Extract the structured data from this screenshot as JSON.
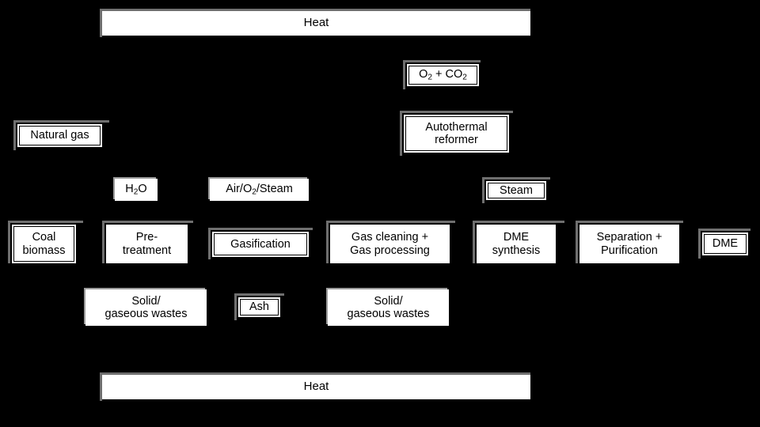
{
  "diagram": {
    "title": "Coal/biomass to DME process flow diagram",
    "background_color": "#000000",
    "box_fill_color": "#ffffff",
    "text_color": "#000000",
    "line_color": "#ffffff"
  },
  "nodes": {
    "heat_top": {
      "label": "Heat",
      "style": "plain-bar"
    },
    "o2_co2": {
      "label_html": "O<sub>2</sub> + CO<sub>2</sub>",
      "label": "O2 + CO2",
      "style": "double-outline"
    },
    "natural_gas": {
      "label": "Natural gas",
      "style": "double-outline"
    },
    "autothermal_reformer": {
      "label": "Autothermal\nreformer",
      "style": "double-outline"
    },
    "h2o": {
      "label_html": "H<sub>2</sub>O",
      "label": "H2O",
      "style": "plain"
    },
    "air_o2_steam": {
      "label_html": "Air/O<sub>2</sub>/Steam",
      "label": "Air/O2/Steam",
      "style": "plain"
    },
    "steam": {
      "label": "Steam",
      "style": "double-outline"
    },
    "coal_biomass": {
      "label": "Coal\nbiomass",
      "style": "double-outline"
    },
    "pre_treatment": {
      "label": "Pre-\ntreatment",
      "style": "outline"
    },
    "gasification": {
      "label": "Gasification",
      "style": "double-outline"
    },
    "gas_cleaning": {
      "label": "Gas cleaning +\nGas processing",
      "style": "outline"
    },
    "dme_synthesis": {
      "label": "DME\nsynthesis",
      "style": "outline"
    },
    "separation_purification": {
      "label": "Separation +\nPurification",
      "style": "outline"
    },
    "dme_product": {
      "label": "DME",
      "style": "double-outline"
    },
    "wastes_left": {
      "label": "Solid/\ngaseous wastes",
      "style": "plain"
    },
    "ash": {
      "label": "Ash",
      "style": "double-outline"
    },
    "wastes_right": {
      "label": "Solid/\ngaseous wastes",
      "style": "plain"
    },
    "heat_bottom": {
      "label": "Heat",
      "style": "plain-bar"
    }
  }
}
